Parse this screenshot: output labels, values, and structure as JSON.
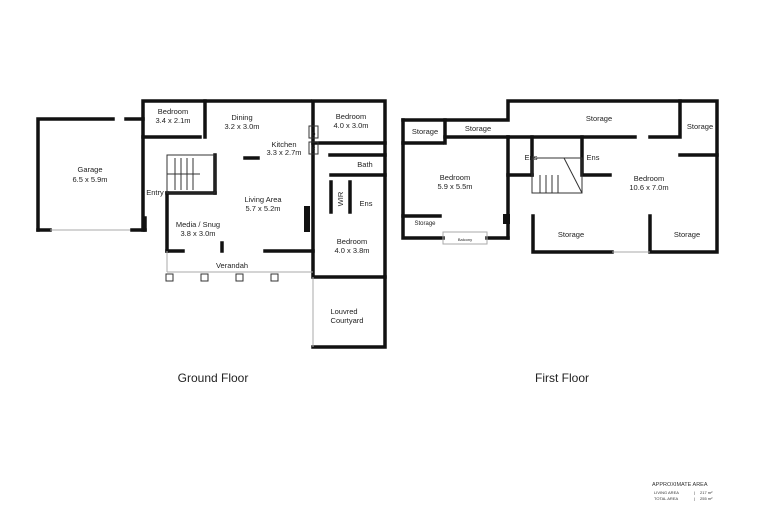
{
  "ground_floor": {
    "title": "Ground Floor",
    "rooms": [
      {
        "name": "Garage",
        "size": "6.5 x 5.9m"
      },
      {
        "name": "Bedroom",
        "size": "3.4 x 2.1m"
      },
      {
        "name": "Dining",
        "size": "3.2 x 3.0m"
      },
      {
        "name": "Kitchen",
        "size": "3.3 x 2.7m"
      },
      {
        "name": "Bedroom",
        "size": "4.0 x 3.0m"
      },
      {
        "name": "Bath"
      },
      {
        "name": "WIR"
      },
      {
        "name": "Ens"
      },
      {
        "name": "Entry"
      },
      {
        "name": "Living Area",
        "size": "5.7 x 5.2m"
      },
      {
        "name": "Media / Snug",
        "size": "3.8 x 3.0m"
      },
      {
        "name": "Bedroom",
        "size": "4.0 x 3.8m"
      },
      {
        "name": "Verandah"
      },
      {
        "name": "Louvred",
        "size": "Courtyard"
      }
    ],
    "pantry": "P",
    "fridge": "F"
  },
  "first_floor": {
    "title": "First Floor",
    "rooms": [
      {
        "name": "Storage"
      },
      {
        "name": "Storage"
      },
      {
        "name": "Storage"
      },
      {
        "name": "Storage"
      },
      {
        "name": "Bedroom",
        "size": "5.9 x 5.5m"
      },
      {
        "name": "Ens"
      },
      {
        "name": "Ens"
      },
      {
        "name": "Bedroom",
        "size": "10.6 x 7.0m"
      },
      {
        "name": "Storage"
      },
      {
        "name": "Storage"
      },
      {
        "name": "Storage"
      },
      {
        "name": "Balcony"
      }
    ]
  },
  "area": {
    "heading": "APPROXIMATE AREA",
    "living_label": "LIVING AREA",
    "living_value": "217 m²",
    "total_label": "TOTAL AREA",
    "total_value": "255 m²"
  }
}
